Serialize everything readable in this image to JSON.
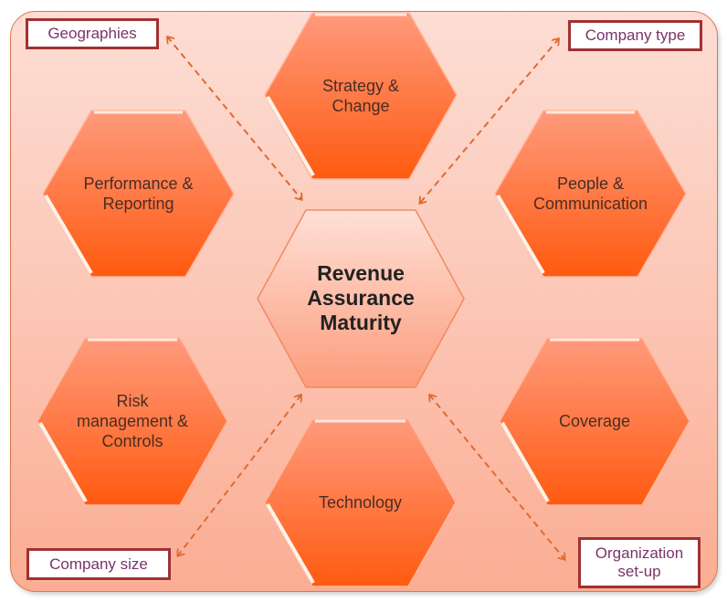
{
  "diagram": {
    "center": {
      "line1": "Revenue",
      "line2": "Assurance",
      "line3": "Maturity"
    },
    "hexagons": [
      {
        "id": "strategy",
        "line1": "Strategy &",
        "line2": "Change"
      },
      {
        "id": "performance",
        "line1": "Performance &",
        "line2": "Reporting"
      },
      {
        "id": "people",
        "line1": "People &",
        "line2": "Communication"
      },
      {
        "id": "risk",
        "line1": "Risk",
        "line2": "management &",
        "line3": "Controls"
      },
      {
        "id": "coverage",
        "line1": "Coverage"
      },
      {
        "id": "technology",
        "line1": "Technology"
      }
    ],
    "factors": [
      {
        "id": "geographies",
        "line1": "Geographies"
      },
      {
        "id": "company-type",
        "line1": "Company type"
      },
      {
        "id": "company-size",
        "line1": "Company size"
      },
      {
        "id": "organization-setup",
        "line1": "Organization",
        "line2": "set-up"
      }
    ],
    "colors": {
      "hex_top": "#ff9a7c",
      "hex_bottom": "#ff5a10",
      "center_top": "#ffe0d6",
      "center_bottom": "#fc9c7c",
      "arrow": "#e06a30",
      "tag_border": "#a23033",
      "tag_text": "#7a3368"
    }
  }
}
